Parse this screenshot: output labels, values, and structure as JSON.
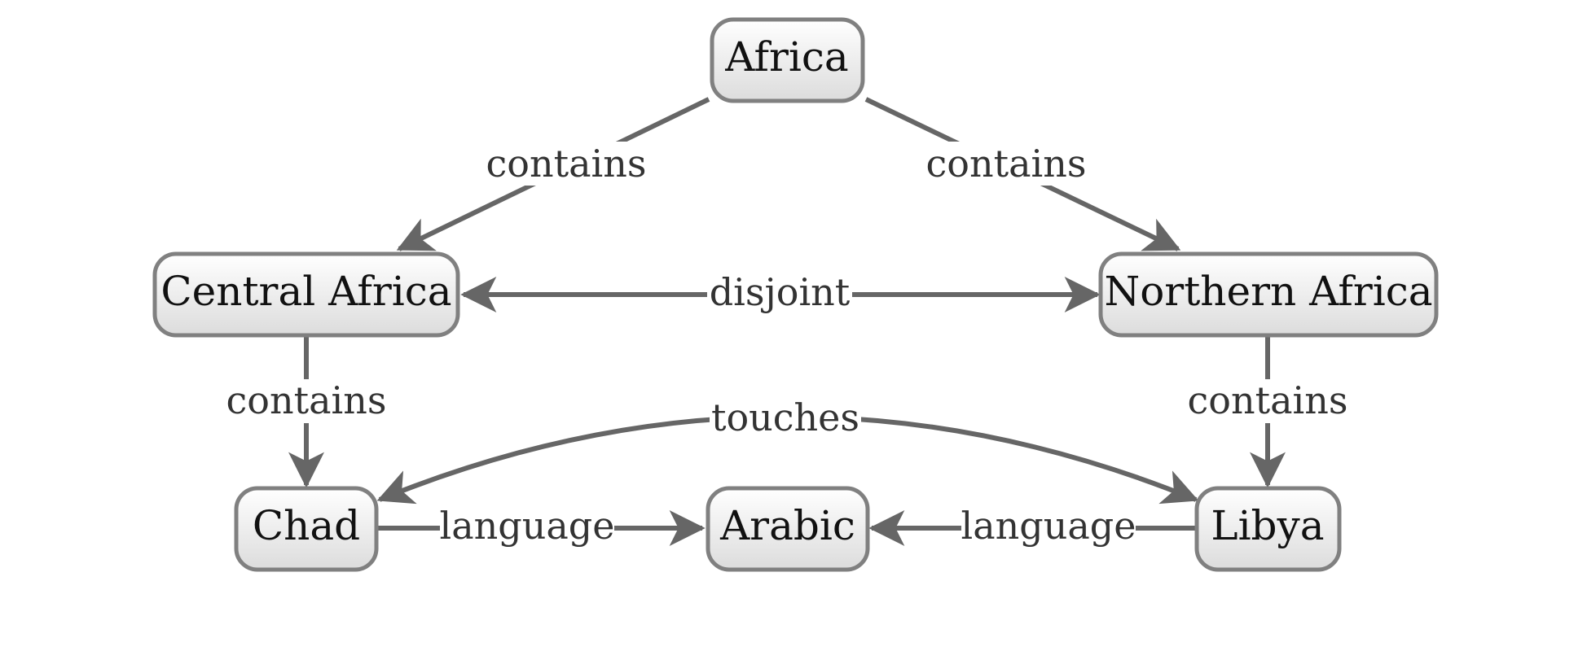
{
  "nodes": {
    "africa": "Africa",
    "central_africa": "Central Africa",
    "northern_africa": "Northern Africa",
    "chad": "Chad",
    "arabic": "Arabic",
    "libya": "Libya"
  },
  "edges": {
    "africa_central": "contains",
    "africa_northern": "contains",
    "central_northern": "disjoint",
    "central_chad": "contains",
    "northern_libya": "contains",
    "chad_libya": "touches",
    "chad_arabic": "language",
    "libya_arabic": "language"
  },
  "colors": {
    "edge": "#666666",
    "node_border": "#808080",
    "node_fill_top": "#ffffff",
    "node_fill_bottom": "#dcdcdc"
  }
}
